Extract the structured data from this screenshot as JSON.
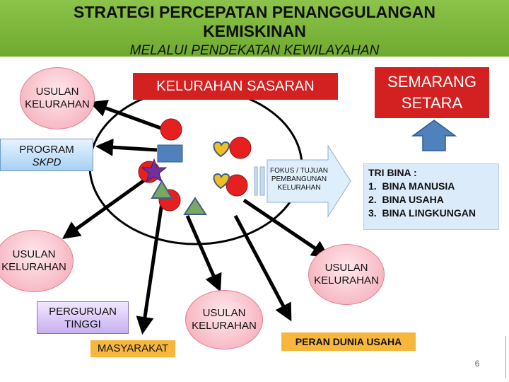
{
  "header": {
    "title_line1": "STRATEGI PERCEPATAN PENANGGULANGAN",
    "title_line2": "KEMISKINAN",
    "subtitle": "MELALUI  PENDEKATAN KEWILAYAHAN"
  },
  "kelurahan_sasaran": "KELURAHAN SASARAN",
  "semarang_setara": {
    "line1": "SEMARANG",
    "line2": "SETARA"
  },
  "usulan_top": {
    "line1": "USULAN",
    "line2": "KELURAHAN"
  },
  "program_skpd": {
    "line1": "PROGRAM",
    "line2": "SKPD"
  },
  "fokus": {
    "line1": "FOKUS / TUJUAN",
    "line2": "PEMBANGUNAN",
    "line3": "KELURAHAN"
  },
  "tri_bina": {
    "title": "TRI BINA :",
    "items": [
      "BINA MANUSIA",
      "BINA USAHA",
      "BINA LINGKUNGAN"
    ]
  },
  "usulan_left": {
    "line1": "USULAN",
    "line2": "KELURAHAN"
  },
  "usulan_right": {
    "line1": "USULAN",
    "line2": "KELURAHAN"
  },
  "usulan_bottom": {
    "line1": "USULAN",
    "line2": "KELURAHAN"
  },
  "perguruan": {
    "line1": "PERGURUAN",
    "line2": "TINGGI"
  },
  "masyarakat": "MASYARAKAT",
  "peran": "PERAN DUNIA USAHA",
  "page_number": "6",
  "colors": {
    "header_green": "#7cb63c",
    "red": "#d32020",
    "pink": "#f7b9c4",
    "blue_arrow": "#4f81bd",
    "orange": "#f6b73c",
    "gold_heart": "#f0c020",
    "triangle_green": "#7aa860",
    "star_purple": "#7030a0"
  }
}
